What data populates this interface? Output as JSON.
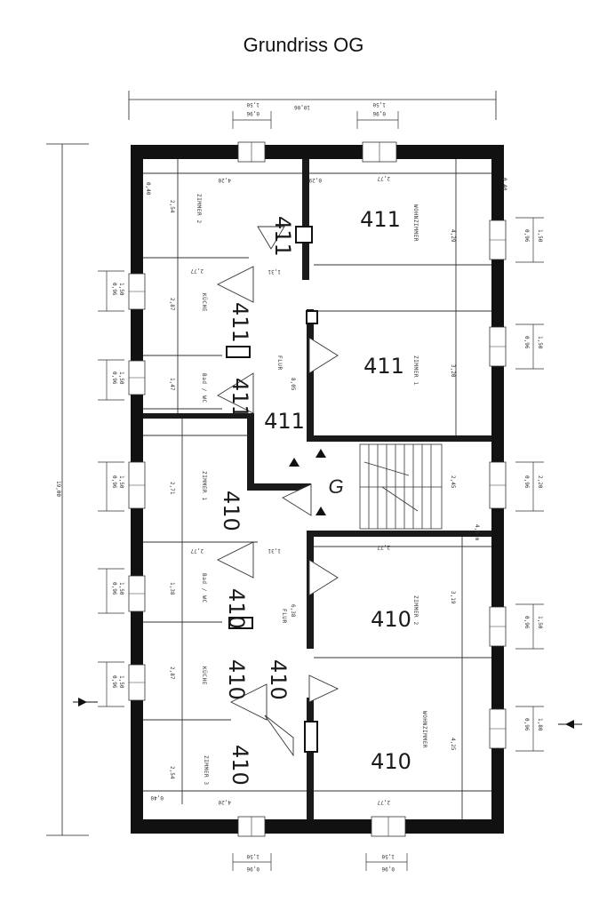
{
  "title": "Grundriss OG",
  "units": {
    "upper": "411",
    "lower": "410"
  },
  "stair_label": "G",
  "rooms": {
    "zimmer2_top": "ZIMMER 2",
    "kueche_top": "KÜCHE",
    "bad_top": "Bad / WC",
    "flur_top": "FLUR",
    "wohn_top": "WOHNZIMMER",
    "zimmer1_top": "ZIMMER 1",
    "zimmer1_mid": "ZIMMER 1",
    "bad_low": "Bad / WC",
    "flur_low": "FLUR",
    "kueche_low": "KÜCHE",
    "zimmer3_low": "ZIMMER 3",
    "zimmer2_low": "ZIMMER 2",
    "wohn_low": "WOHNZIMMER"
  },
  "dimensions": {
    "total_length": "19,00",
    "total_width": "10,06",
    "wall_outer": "0,40",
    "wall_inner": "0,29",
    "width_420": "4,20",
    "width_277": "2,77",
    "width_131": "1,31",
    "height_254": "2,54",
    "height_287": "2,87",
    "height_147": "1,47",
    "height_271": "2,71",
    "height_138": "1,38",
    "height_429": "4,29",
    "height_320": "3,20",
    "height_245": "2,45",
    "height_319": "3,19",
    "height_425": "4,25",
    "flur_805": "8,05",
    "flur_638": "6,38",
    "open_096": "0,96",
    "open_150": "1,50",
    "open_220": "2,20",
    "open_180": "1,80",
    "stair_note": "4,0 m"
  }
}
